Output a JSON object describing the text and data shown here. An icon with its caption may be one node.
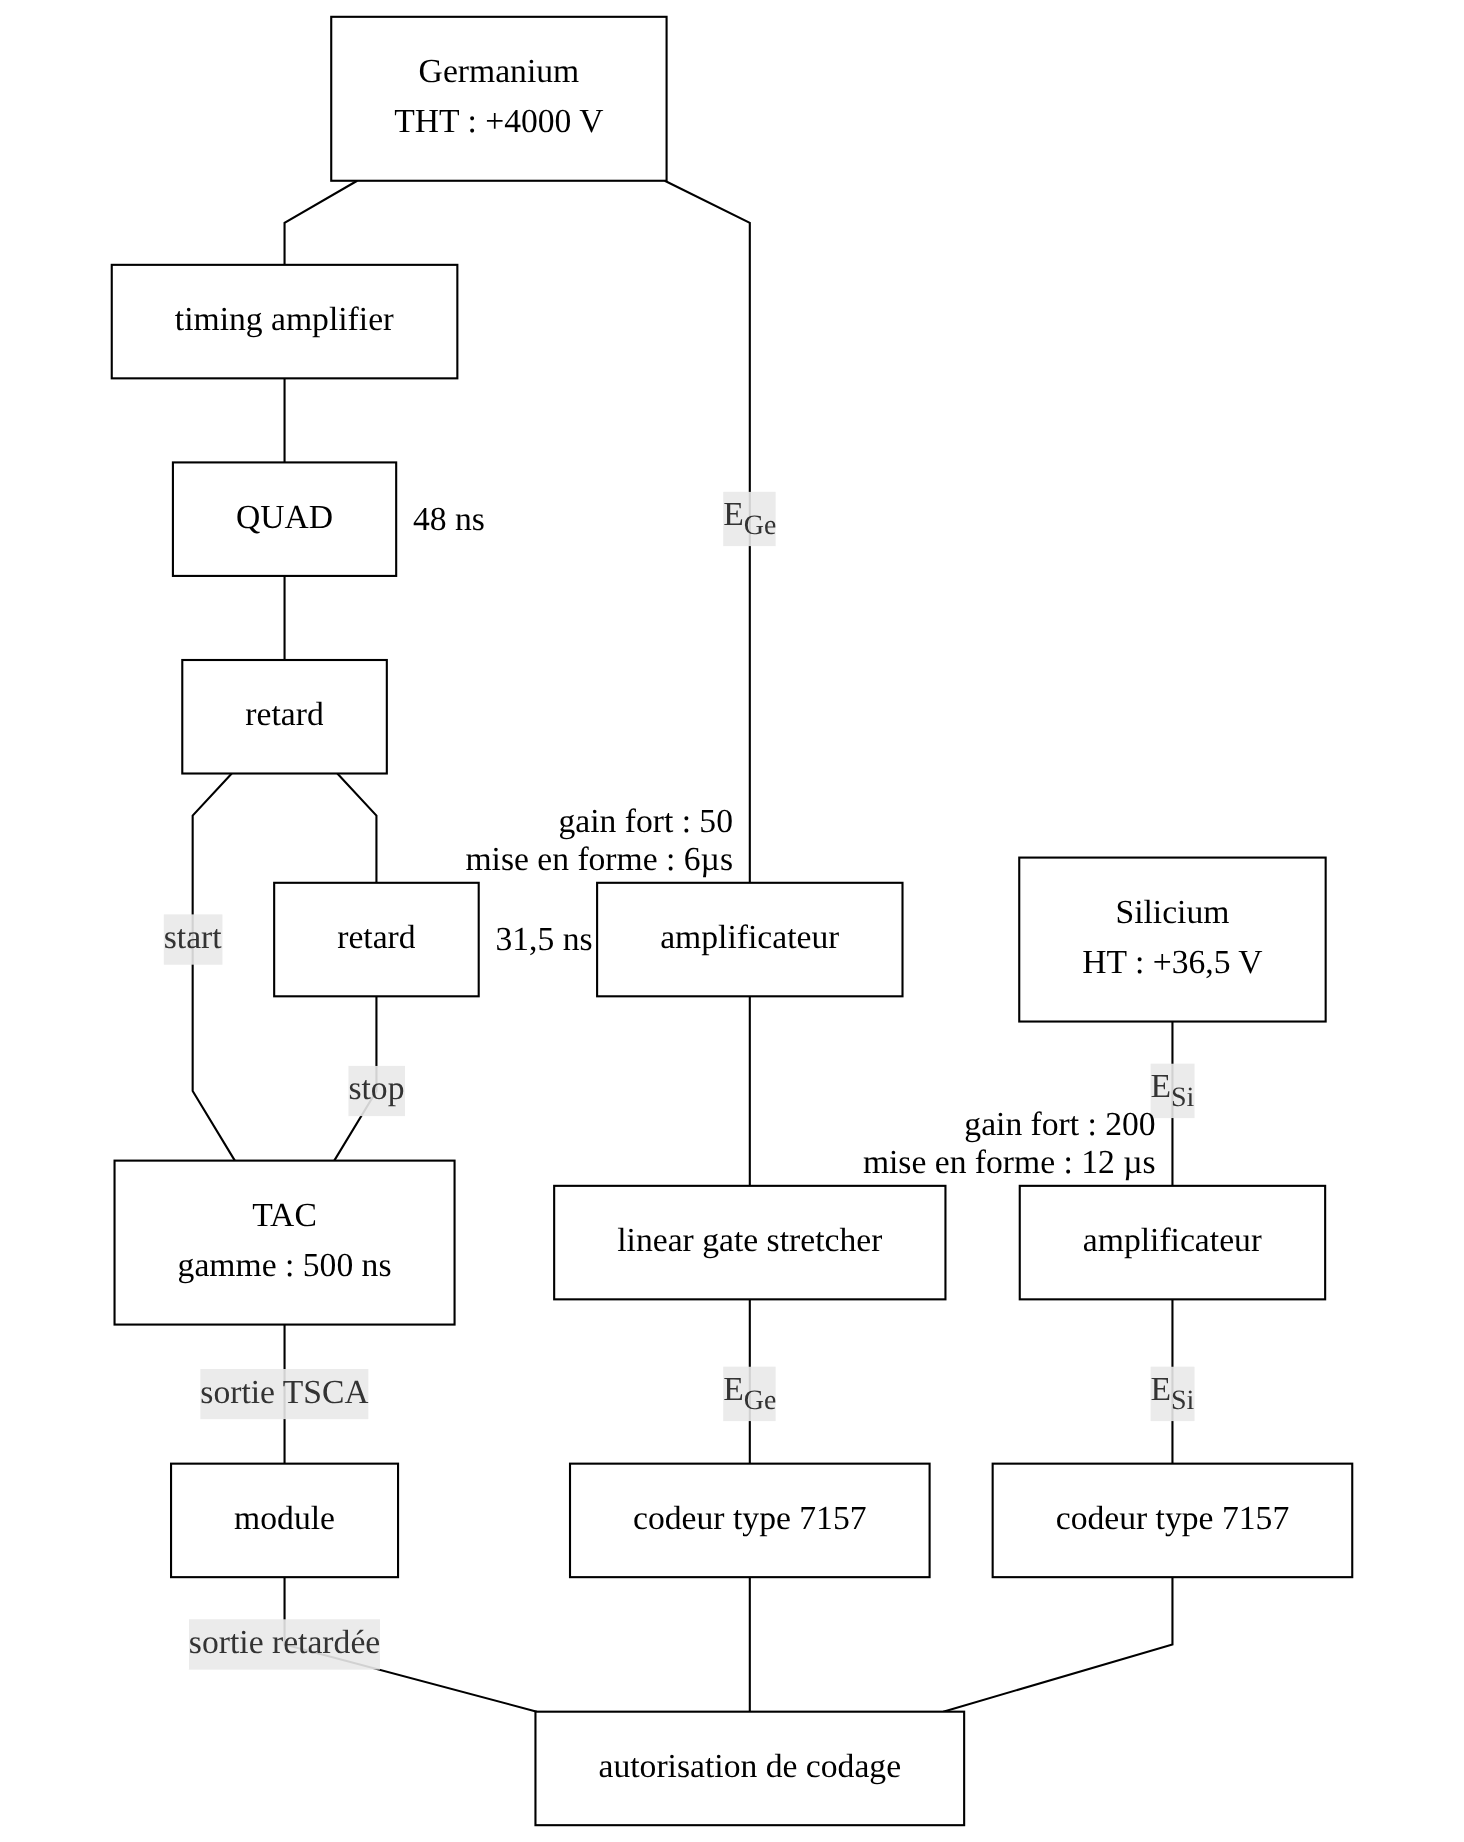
{
  "diagram": {
    "nodes": [
      {
        "text": [
          "Germanium",
          "THT : +4000 V"
        ]
      },
      {
        "text": [
          "Silicium",
          "HT : +36,5 V"
        ]
      },
      {
        "text": [
          "timing amplifier"
        ]
      },
      {
        "text": [
          "amplificateur"
        ],
        "beside": [
          "gain fort : 50",
          "mise en forme : 6µs"
        ]
      },
      {
        "text": [
          "amplificateur"
        ],
        "beside": [
          "gain fort : 200",
          "mise en forme : 12 µs"
        ]
      },
      {
        "text": [
          "QUAD"
        ],
        "beside": [
          "48 ns"
        ]
      },
      {
        "text": [
          "linear gate stretcher"
        ]
      },
      {
        "text": [
          "retard"
        ]
      },
      {
        "text": [
          "retard"
        ],
        "beside": [
          "31,5 ns"
        ]
      },
      {
        "text": [
          "codeur type 7157"
        ]
      },
      {
        "text": [
          "TAC",
          "gamme : 500 ns"
        ]
      },
      {
        "text": [
          "codeur type 7157"
        ]
      },
      {
        "text": [
          "module"
        ]
      },
      {
        "text": [
          "autorisation de codage"
        ]
      }
    ],
    "edges": [
      {
        "from": 0,
        "to": 3,
        "arrow": "none",
        "label": "E$_{Ge}$"
      },
      {
        "from": 0,
        "to": 2,
        "arrow": "none"
      },
      {
        "from": 1,
        "to": 4,
        "arrow": "none",
        "label": "E$_{Si}$"
      },
      {
        "from": 2,
        "to": 5,
        "arrow": "none"
      },
      {
        "from": 5,
        "to": 7,
        "arrow": "none"
      },
      {
        "from": 3,
        "to": 6,
        "arrow": "none"
      },
      {
        "from": 7,
        "to": 10,
        "arrow": "none",
        "label": "start"
      },
      {
        "from": 7,
        "to": 8,
        "arrow": "none"
      },
      {
        "from": 8,
        "to": 10,
        "arrow": "none",
        "label": "stop"
      },
      {
        "from": 6,
        "to": 9,
        "arrow": "none",
        "label": "E$_{Ge}$"
      },
      {
        "from": 4,
        "to": 11,
        "arrow": "none",
        "label": "E$_{Si}$"
      },
      {
        "from": 10,
        "to": 12,
        "arrow": "none",
        "label": "sortie TSCA"
      },
      {
        "from": 12,
        "to": 13,
        "arrow": "none",
        "label": "sortie retardée"
      },
      {
        "from": 9,
        "to": 13,
        "arrow": "none"
      },
      {
        "from": 11,
        "to": 13,
        "arrow": "none"
      }
    ]
  }
}
